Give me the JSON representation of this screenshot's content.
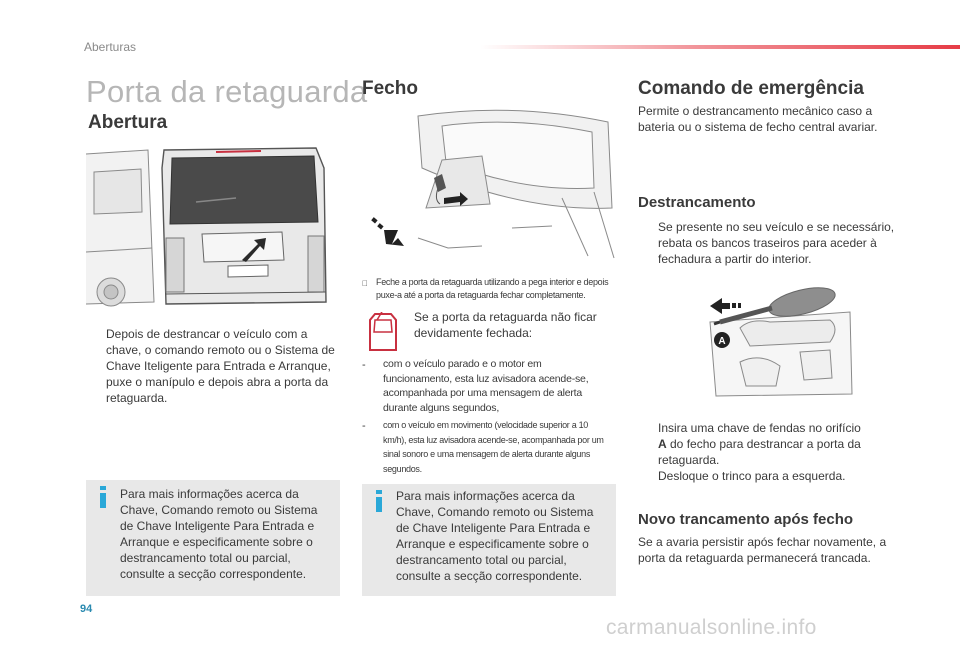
{
  "header": {
    "section": "Aberturas"
  },
  "page_title": "Porta da retaguarda",
  "col1": {
    "heading": "Abertura",
    "bullet_symbol": "",
    "bullet_text": "Depois de destrancar o veículo com a chave, o comando remoto ou o Sistema de Chave Iteligente para Entrada e Arranque, puxe o manípulo e depois abra a porta da retaguarda.",
    "info_text": "Para mais informações acerca da Chave, Comando remoto ou Sistema de Chave Inteligente Para Entrada e Arranque e especificamente sobre o destrancamento total ou parcial, consulte a secção correspondente."
  },
  "col2": {
    "heading": "Fecho",
    "step_text": "Feche a porta da retaguarda utilizando a pega interior e depois puxe-a até a porta da retaguarda fechar completamente.",
    "warning_intro": "Se a porta da retaguarda não ficar devidamente fechada:",
    "dash_items": [
      "com o veículo parado e o motor em funcionamento, esta luz avisadora acende-se, acompanhada por uma mensagem de alerta durante alguns segundos,",
      "com o veículo em movimento (velocidade superior a  10 km/h), esta luz avisadora acende-se, acompanhada por um sinal sonoro e uma mensagem de alerta durante alguns segundos."
    ],
    "info_text": "Para mais informações acerca da Chave, Comando remoto ou Sistema de Chave Inteligente Para Entrada e Arranque e especificamente sobre o destrancamento total ou parcial, consulte a secção correspondente."
  },
  "col3": {
    "heading": "Comando de emergência",
    "intro": "Permite o destrancamento mecânico caso a bateria ou o sistema de fecho central avariar.",
    "sub1": "Destrancamento",
    "sub1_bullet": "Se presente no seu veículo e se necessário, rebata os bancos traseiros para aceder à fechadura a partir do interior.",
    "callout": "A",
    "step1_pre": "Insira uma chave de fendas no orifício",
    "step1_bold": "A",
    "step1_post": " do fecho para destrancar a porta da retaguarda.",
    "step2": "Desloque o trinco para a esquerda.",
    "sub2": "Novo trancamento após fecho",
    "sub2_text": "Se a avaria persistir após fechar novamente, a porta da retaguarda permanecerá trancada."
  },
  "footer": {
    "page_number": "94",
    "watermark": "carmanualsonline.info"
  },
  "colors": {
    "accent_red": "#e63c46",
    "info_blue": "#2aa8d8",
    "warning_red": "#c83040"
  }
}
